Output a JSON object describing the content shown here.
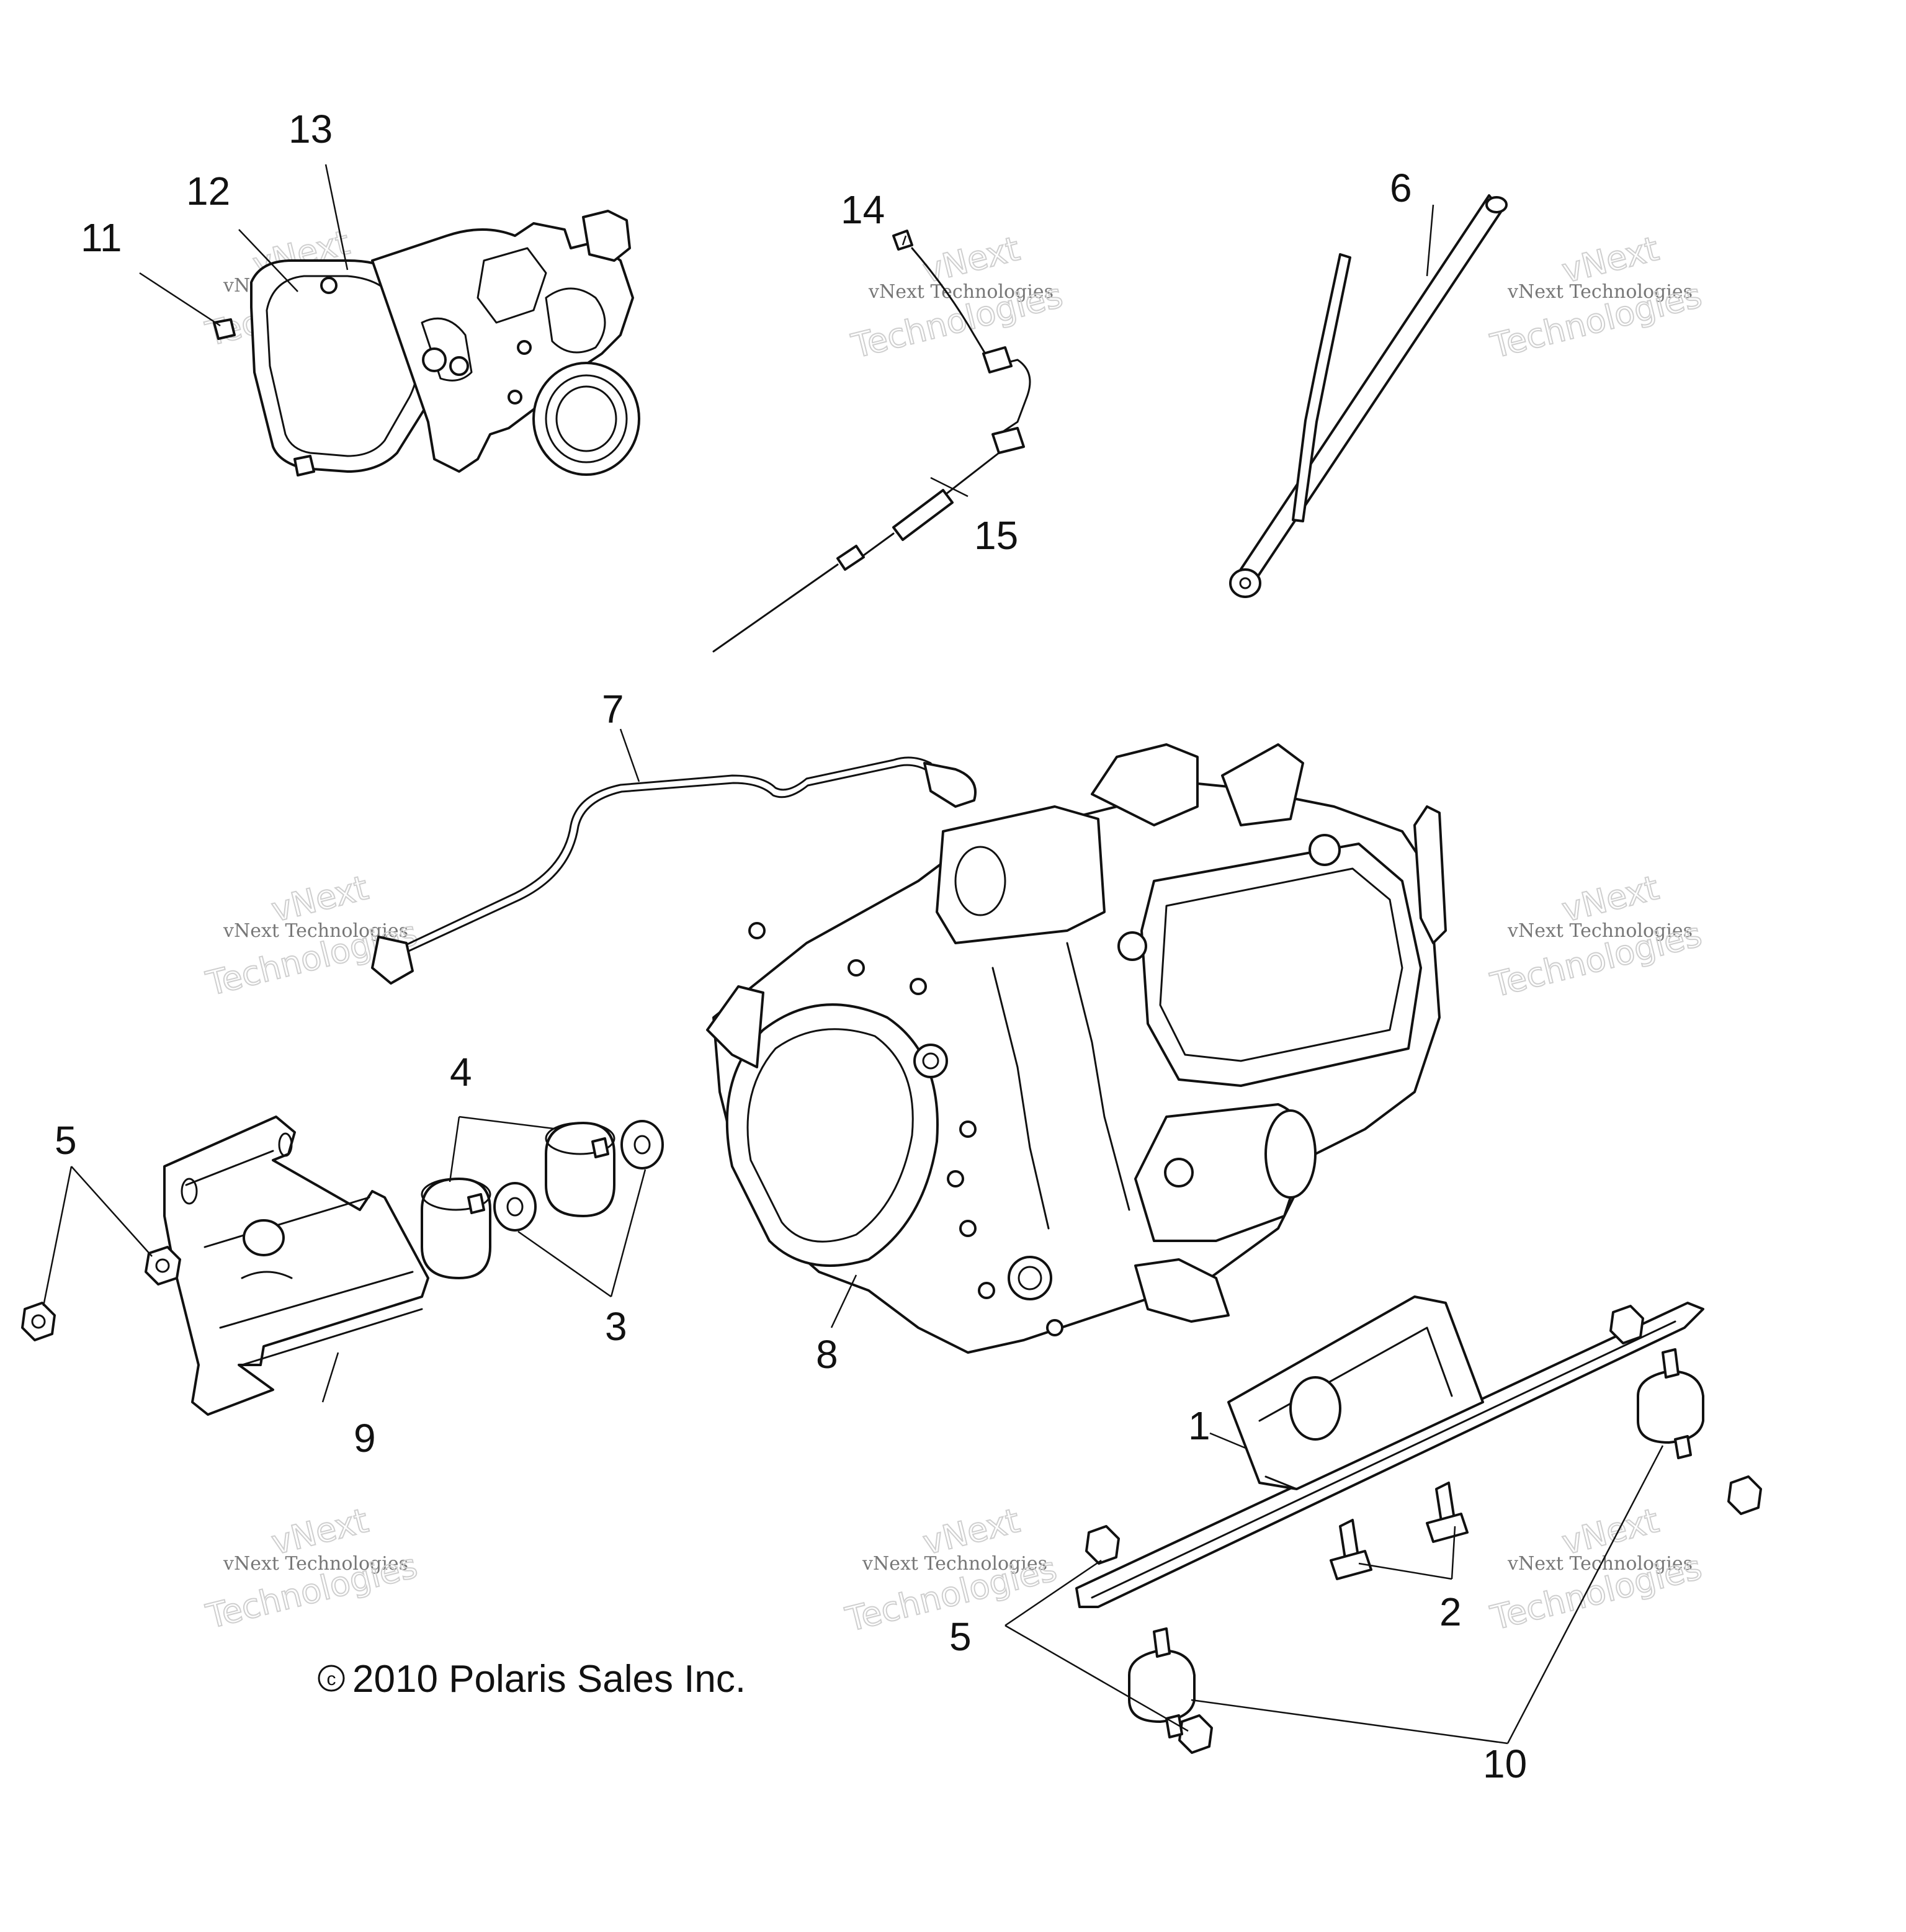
{
  "callouts": [
    {
      "id": "c1",
      "label": "1"
    },
    {
      "id": "c2",
      "label": "2"
    },
    {
      "id": "c3",
      "label": "3"
    },
    {
      "id": "c4",
      "label": "4"
    },
    {
      "id": "c5a",
      "label": "5"
    },
    {
      "id": "c5b",
      "label": "5"
    },
    {
      "id": "c6",
      "label": "6"
    },
    {
      "id": "c7",
      "label": "7"
    },
    {
      "id": "c8",
      "label": "8"
    },
    {
      "id": "c9",
      "label": "9"
    },
    {
      "id": "c10",
      "label": "10"
    },
    {
      "id": "c11",
      "label": "11"
    },
    {
      "id": "c12",
      "label": "12"
    },
    {
      "id": "c13",
      "label": "13"
    },
    {
      "id": "c14",
      "label": "14"
    },
    {
      "id": "c15",
      "label": "15"
    }
  ],
  "copyright": {
    "symbol": "c",
    "text": "2010 Polaris Sales Inc."
  },
  "watermark": {
    "line1": "vNext Technologies",
    "line2": "vNext",
    "line3": "Technologies"
  }
}
